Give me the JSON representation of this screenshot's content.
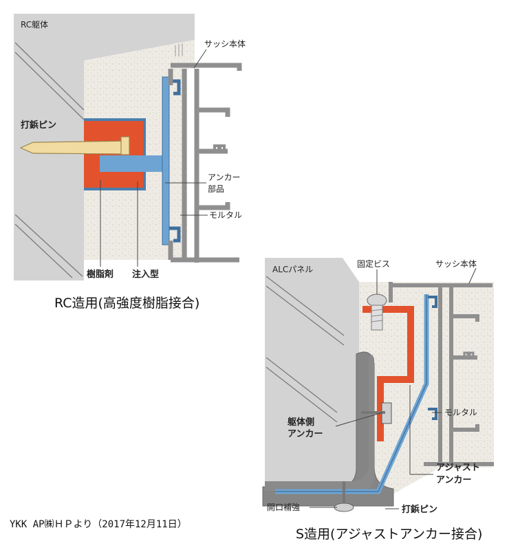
{
  "diagram_rc": {
    "labels": {
      "body": "RC躯体",
      "sash": "サッシ本体",
      "pin": "打鋲ピン",
      "anchor_line1": "アンカー",
      "anchor_line2": "部品",
      "mortar": "モルタル",
      "resin": "樹脂剤",
      "mold": "注入型"
    },
    "caption": "RC造用(高強度樹脂接合)"
  },
  "diagram_s": {
    "labels": {
      "body": "ALCパネル",
      "screw": "固定ビス",
      "sash": "サッシ本体",
      "body_anchor_line1": "躯体側",
      "body_anchor_line2": "アンカー",
      "mortar": "モルタル",
      "adjust_line1": "アジャスト",
      "adjust_line2": "アンカー",
      "opening": "開口補強",
      "pin": "打鋲ピン"
    },
    "caption": "S造用(アジャストアンカー接合)"
  },
  "source": "YKK AP㈱ＨＰより（2017年12月11日）",
  "colors": {
    "concrete": "#d2d2d2",
    "mortar": "#eeeae2",
    "sash": "#8f8f8f",
    "anchor": "#6ea4d3",
    "resin": "#e2522d",
    "pin": "#f2dba0",
    "steel": "#808080"
  }
}
